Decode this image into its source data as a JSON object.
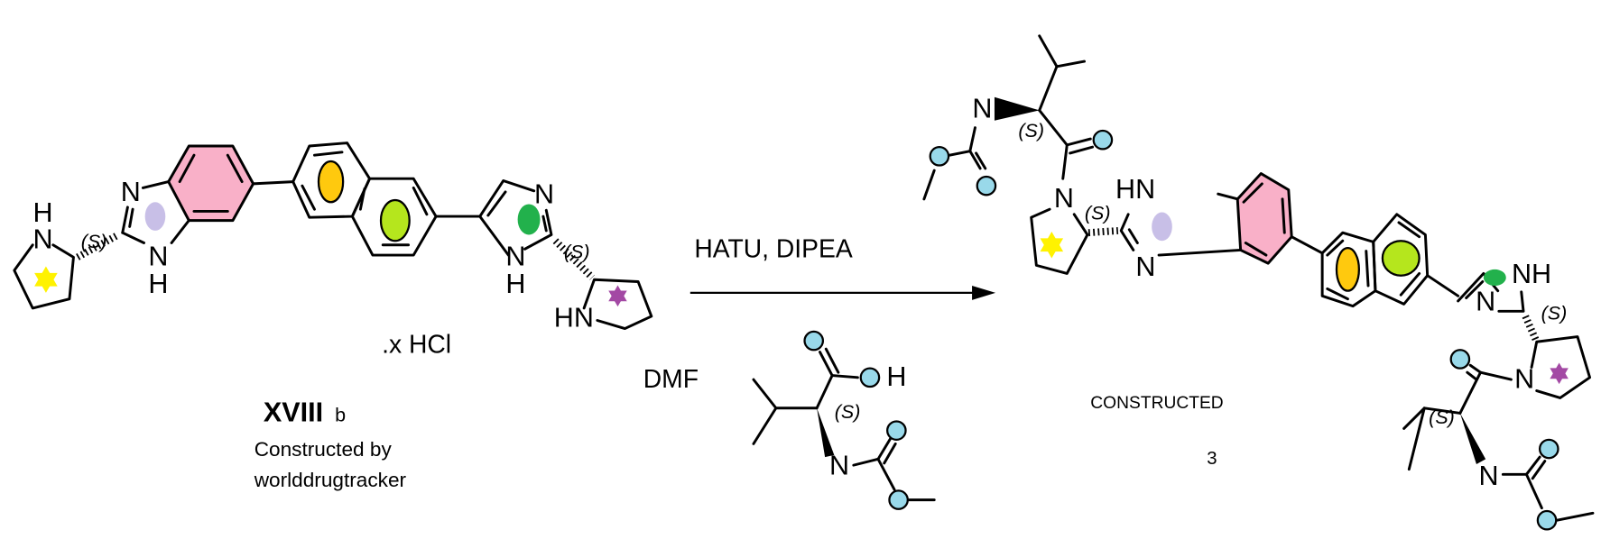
{
  "atom_labels": {
    "N": "N",
    "H": "H",
    "HN": "HN",
    "NH": "NH",
    "OH": "OH",
    "S": "(S)"
  },
  "starting_material": {
    "salt": ".x HCl",
    "compound_id": "XVIII",
    "compound_suffix": "b",
    "credit_line1": "Constructed by",
    "credit_line2": "worlddrugtracker"
  },
  "reaction": {
    "reagents": "HATU, DIPEA",
    "solvent": "DMF"
  },
  "product": {
    "note": "CONSTRUCTED",
    "compound_number": "3"
  },
  "colors": {
    "benzene": "#f9b0c8",
    "naphthalene_a": "#ffc90e",
    "naphthalene_b": "#b5e61d",
    "imidazole": "#22b14c",
    "benzimidazole_ring": "#c8bfe7",
    "pyrrolidine_a": "#fff200",
    "pyrrolidine_b": "#a349a4",
    "oxygen": "#99d9ea",
    "credit_text": "#a349a4"
  }
}
